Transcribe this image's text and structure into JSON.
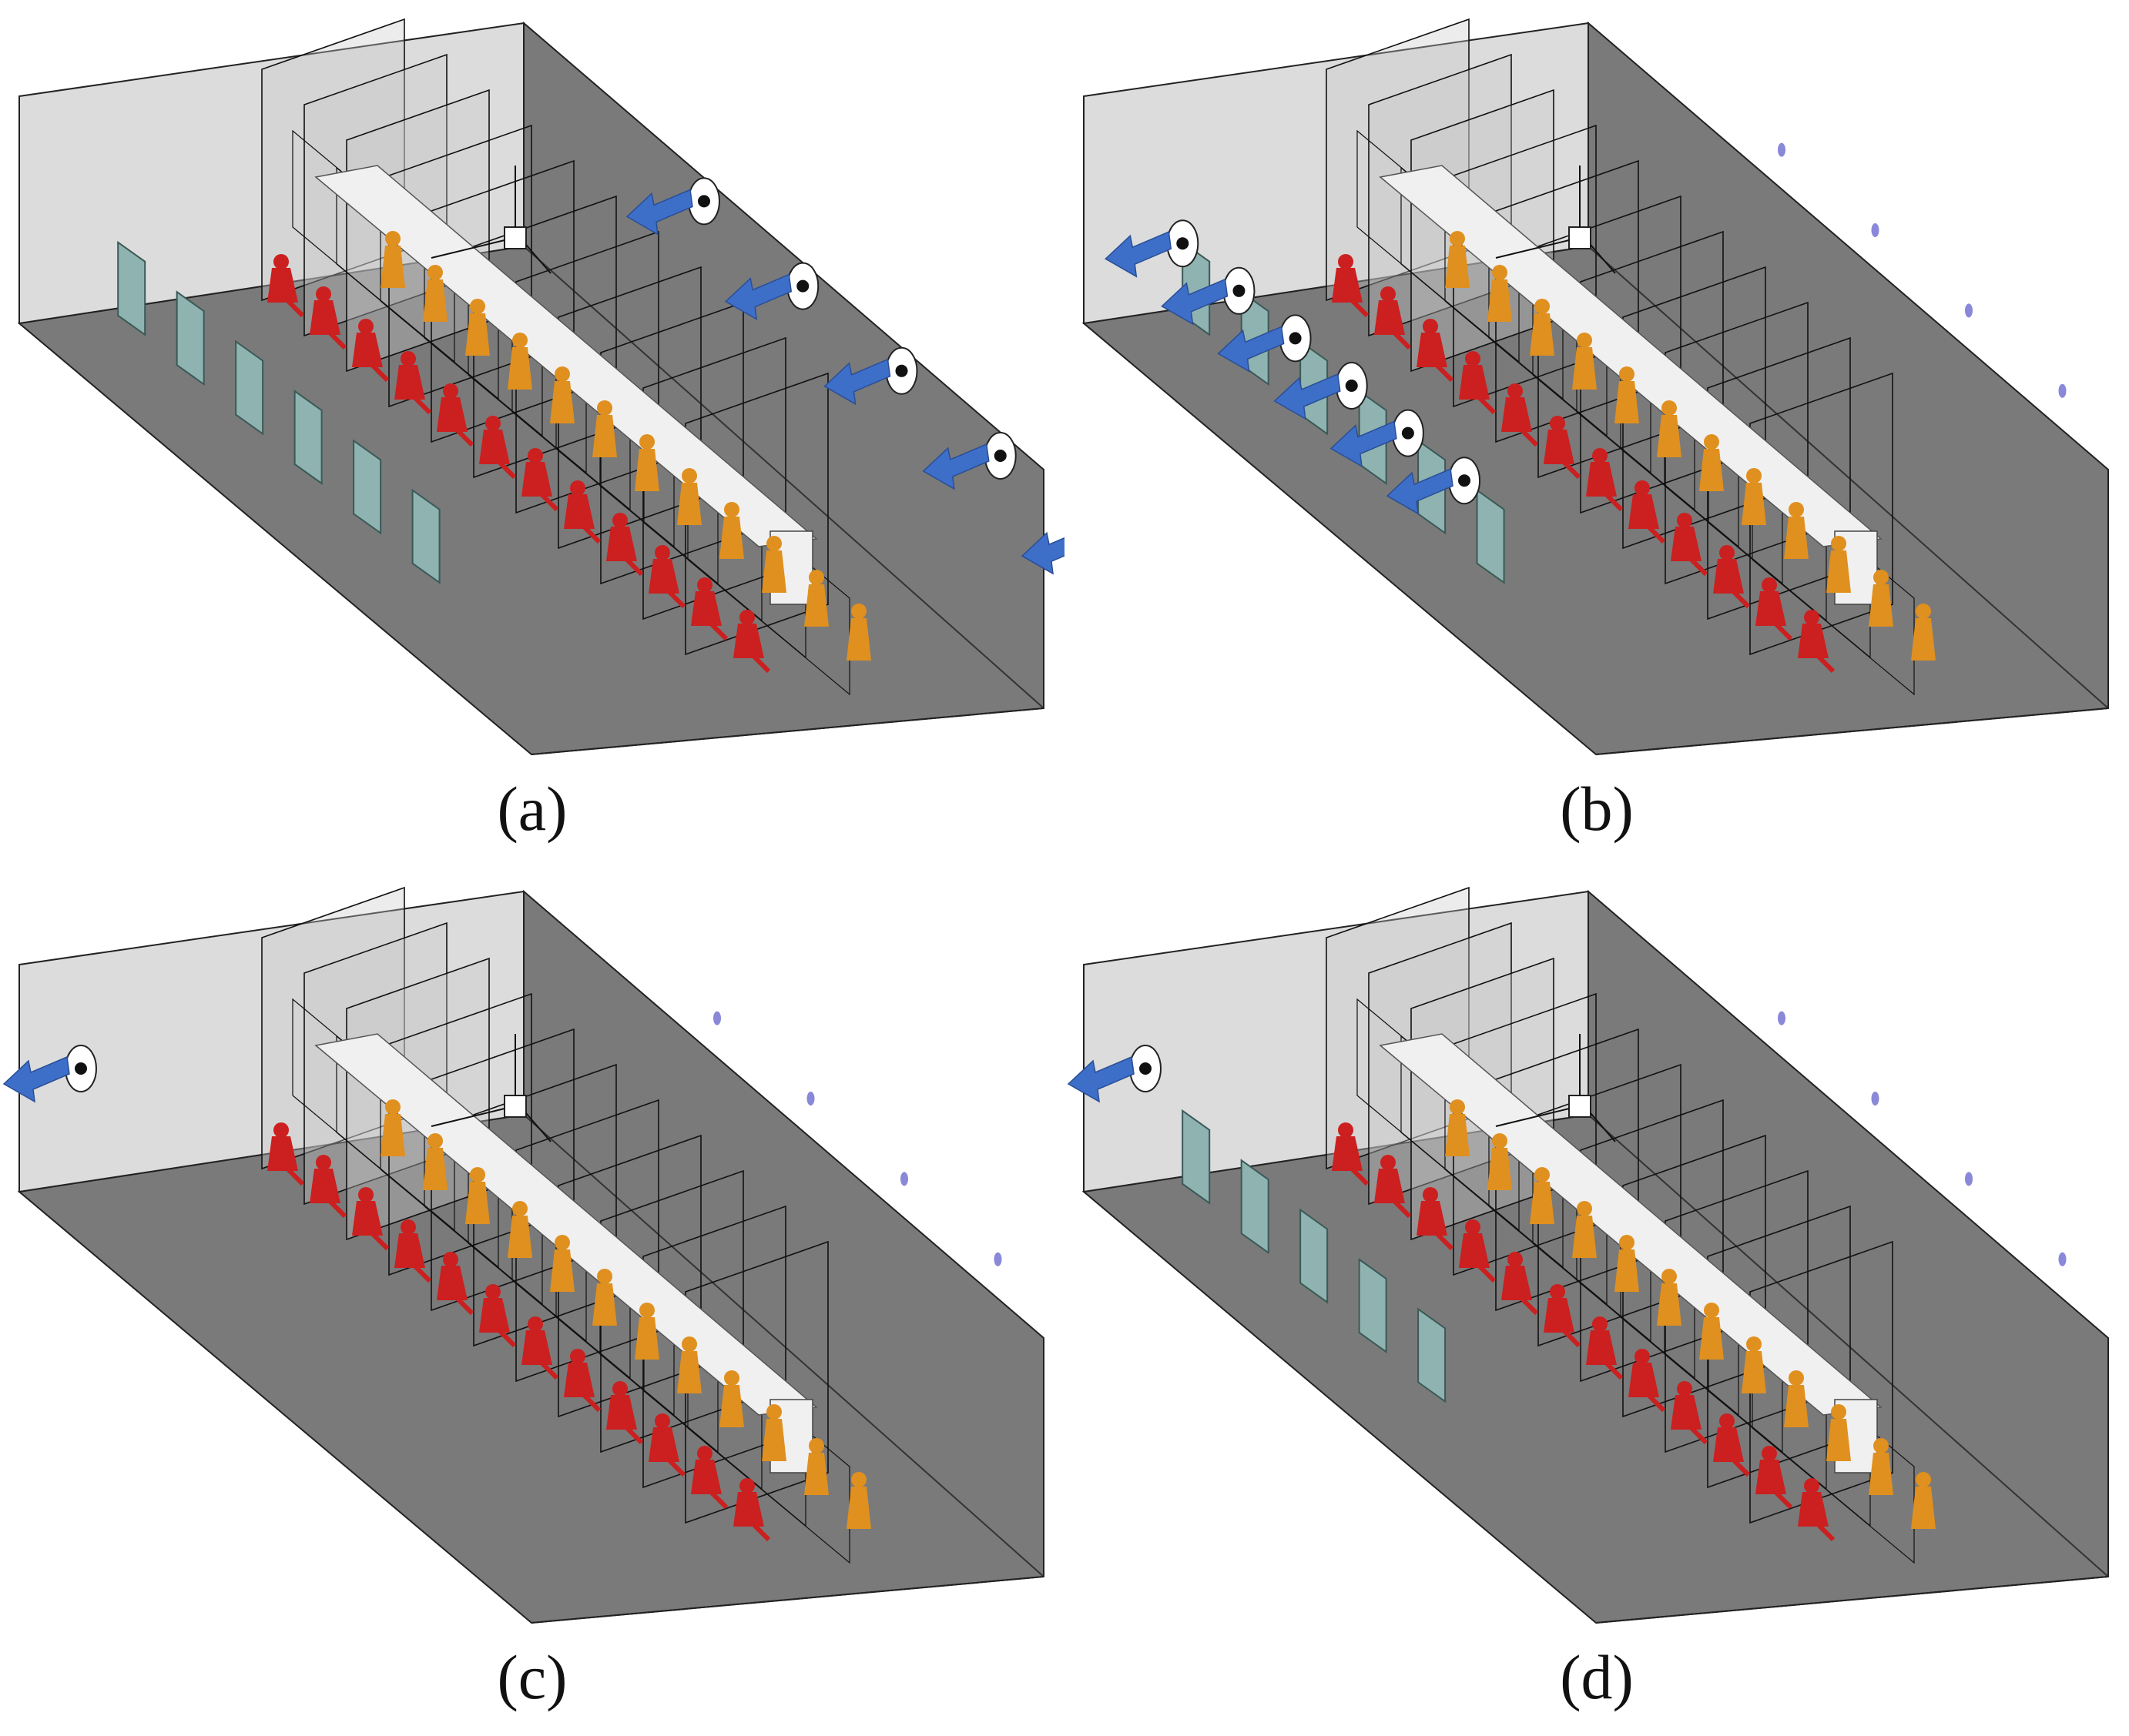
{
  "figure": {
    "panels": [
      {
        "label": "(a)",
        "inlets": "ceiling-right",
        "outlets": "none",
        "wall_windows": 6
      },
      {
        "label": "(b)",
        "inlets": "none",
        "outlets": "left-wall-series",
        "wall_windows": 6
      },
      {
        "label": "(c)",
        "inlets": "none",
        "outlets": "back-wall-single",
        "wall_windows": 0
      },
      {
        "label": "(d)",
        "inlets": "none",
        "outlets": "back-wall-single",
        "wall_windows": 5
      }
    ]
  },
  "colors": {
    "room_wall": "#7a7a7a",
    "back_wall": "#dcdcdc",
    "partition": "#c8c8c8",
    "occupant_red": "#cc1f1f",
    "occupant_orange": "#e0901f",
    "desk": "#f0f0f0",
    "arrow": "#3d6fc9",
    "window": "#8fb3b0",
    "vent_dot": "#8a88d8"
  }
}
